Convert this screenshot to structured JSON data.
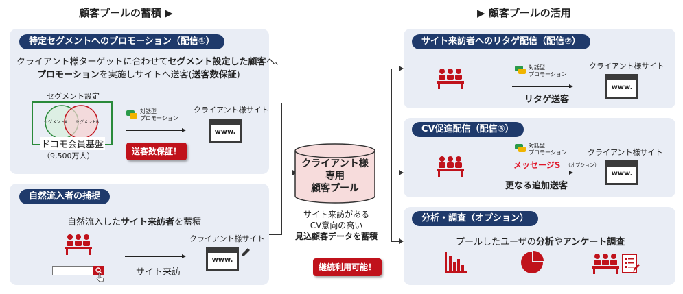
{
  "left_header": "顧客プールの蓄積 ▶",
  "right_header": "▶ 顧客プールの活用",
  "panel_promo": {
    "title": "特定セグメントへのプロモーション（配信①）",
    "line1_pre": "クライアント様ターゲットに合わせて",
    "line1_bold": "セグメント設定した顧客",
    "line1_post": "へ、",
    "line2_bold": "プロモーション",
    "line2_post": "を実施しサイトへ送客(",
    "line2_bold2": "送客数保証",
    "line2_end": ")",
    "segment_label": "セグメント設定",
    "venn_a": "セグメントA",
    "venn_b": "セグメントB",
    "docomo_base": "ドコモ会員基盤",
    "docomo_count": "（9,500万人）",
    "chat_label_1": "対話型",
    "chat_label_2": "プロモーション",
    "site_label": "クライアント様サイト",
    "www": "www.",
    "badge": "送客数保証！"
  },
  "panel_natural": {
    "title": "自然流入者の捕捉",
    "line_pre": "自然流入した",
    "line_bold": "サイト来訪者",
    "line_post": "を蓄積",
    "site_label": "クライアント様サイト",
    "www": "www.",
    "visit_label": "サイト来訪"
  },
  "center": {
    "db_line1": "クライアント様",
    "db_line2": "専用",
    "db_line3": "顧客プール",
    "desc1": "サイト来訪がある",
    "desc2": "CV意向の高い",
    "desc3": "見込顧客データを蓄積",
    "badge": "継続利用可能！"
  },
  "panel_retarget": {
    "title": "サイト来訪者へのリタゲ配信（配信②）",
    "chat_label_1": "対話型",
    "chat_label_2": "プロモーション",
    "site_label": "クライアント様サイト",
    "www": "www.",
    "arrow_label": "リタゲ送客"
  },
  "panel_cv": {
    "title": "CV促進配信（配信③）",
    "chat_label_1": "対話型",
    "chat_label_2": "プロモーション",
    "message_logo": "メッセージS",
    "option": "（オプション）",
    "site_label": "クライアント様サイト",
    "www": "www.",
    "arrow_label": "更なる追加送客"
  },
  "panel_analysis": {
    "title": "分析・調査（オプション）",
    "line_pre": "プールしたユーザの",
    "line_bold1": "分析",
    "line_mid": "や",
    "line_bold2": "アンケート調査"
  },
  "colors": {
    "navy": "#1f3a6b",
    "red": "#c0121b",
    "panel_bg": "#e9edf5",
    "db_fill": "#f7dcdc"
  }
}
